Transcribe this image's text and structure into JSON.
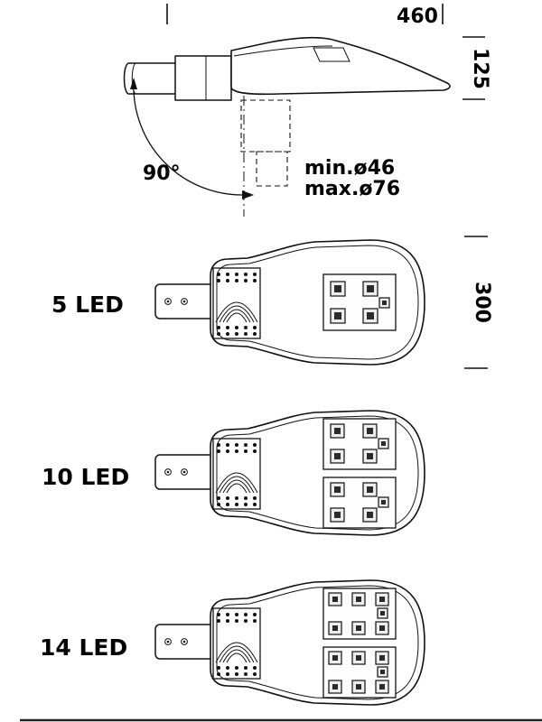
{
  "side_view": {
    "dim_width_mm": "460",
    "dim_height_mm": "125",
    "rotation_angle": "90°",
    "pole_diameter_min": "min.ø46",
    "pole_diameter_max": "max.ø76"
  },
  "top_views": {
    "dim_length_mm": "300",
    "variants": [
      {
        "label": "5 LED",
        "modules": [
          5
        ]
      },
      {
        "label": "10 LED",
        "modules": [
          5,
          5
        ]
      },
      {
        "label": "14 LED",
        "modules": [
          7,
          7
        ]
      }
    ]
  }
}
